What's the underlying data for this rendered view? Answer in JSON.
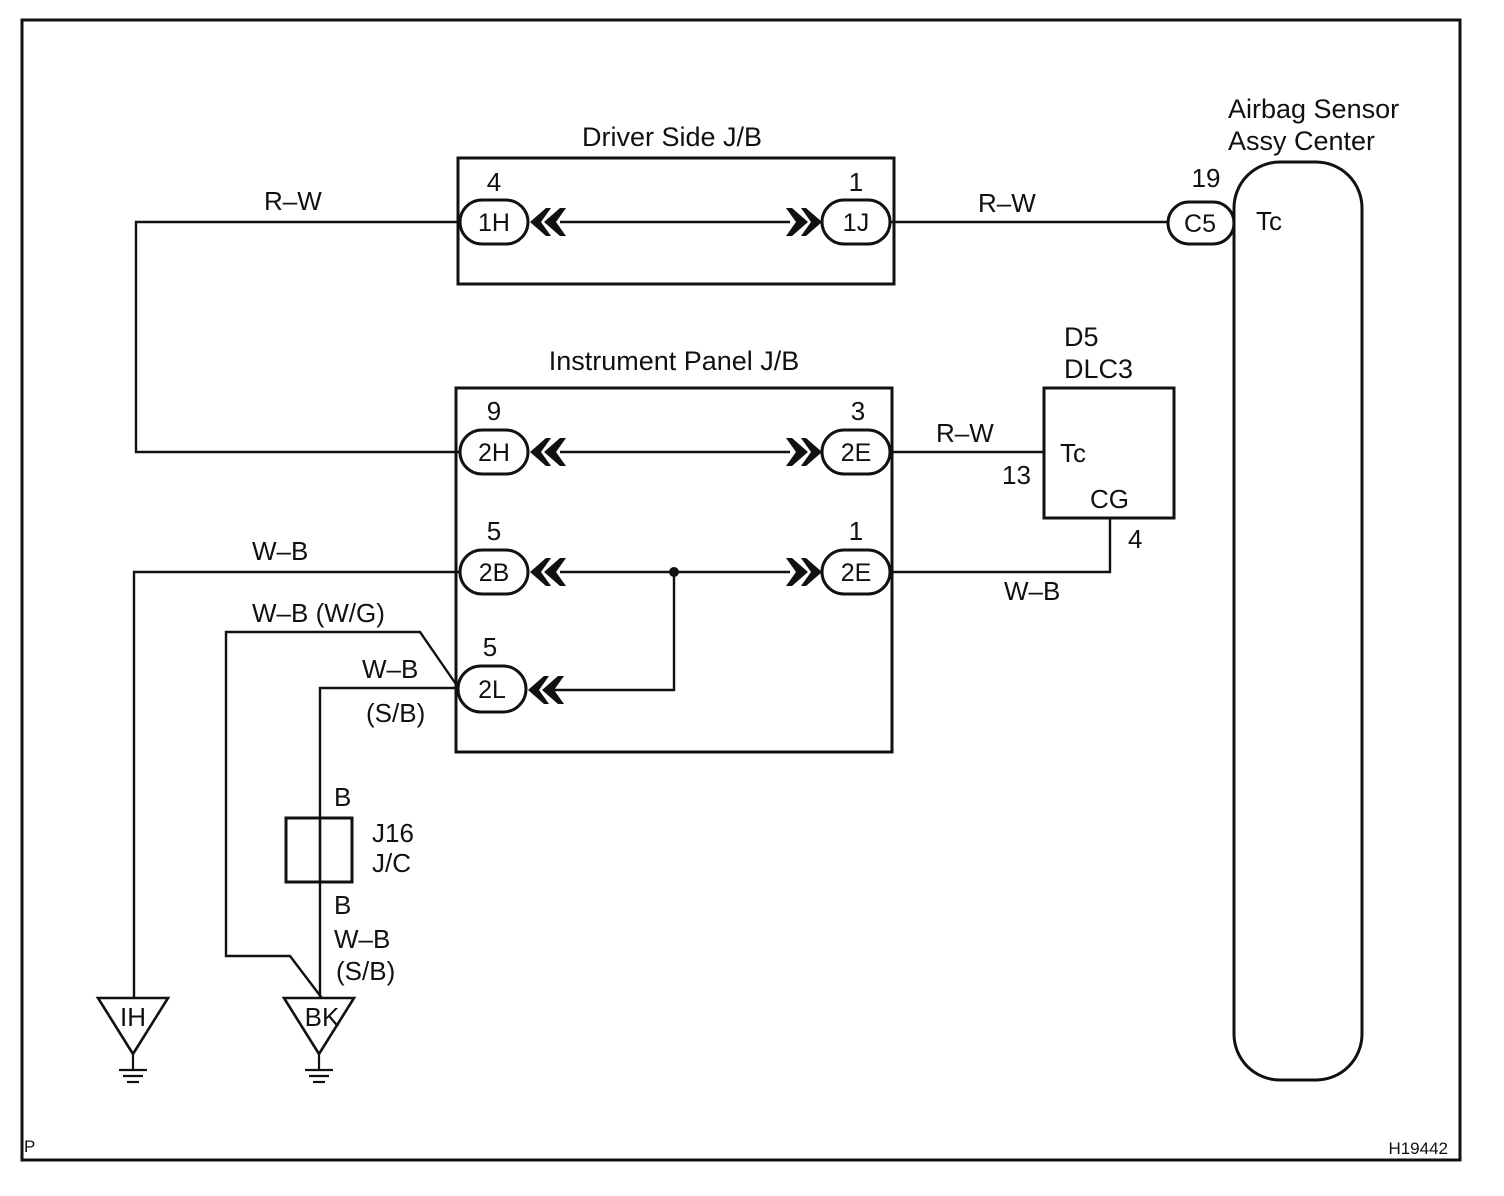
{
  "frame": {
    "corner_left": "P",
    "figure_id": "H19442"
  },
  "driver_jb": {
    "title": "Driver Side J/B",
    "left_connector": "1H",
    "left_pin": "4",
    "right_connector": "1J",
    "right_pin": "1"
  },
  "ip_jb": {
    "title": "Instrument Panel J/B",
    "row1_left_connector": "2H",
    "row1_left_pin": "9",
    "row1_right_connector": "2E",
    "row1_right_pin": "3",
    "row2_left_connector": "2B",
    "row2_left_pin": "5",
    "row2_right_connector": "2E",
    "row2_right_pin": "1",
    "row3_connector": "2L",
    "row3_pin": "5"
  },
  "airbag": {
    "title_line1": "Airbag Sensor",
    "title_line2": "Assy Center",
    "connector": "C5",
    "pin": "19",
    "terminal": "Tc"
  },
  "dlc": {
    "label_line1": "D5",
    "label_line2": "DLC3",
    "terminal_tc": "Tc",
    "terminal_cg": "CG",
    "pin_tc": "13",
    "pin_cg": "4"
  },
  "junction": {
    "label_line1": "J16",
    "label_line2": "J/C",
    "top_wire": "B",
    "bottom_wire": "B"
  },
  "wires": {
    "top_left": "R–W",
    "top_right": "R–W",
    "dlc_tc": "R–W",
    "ih_wire": "W–B",
    "dlc_cg": "W–B",
    "wg_wire": "W–B (W/G)",
    "sb_upper_line1": "W–B",
    "sb_upper_line2": "(S/B)",
    "sb_lower_line1": "W–B",
    "sb_lower_line2": "(S/B)"
  },
  "grounds": {
    "left": "IH",
    "right": "BK"
  }
}
